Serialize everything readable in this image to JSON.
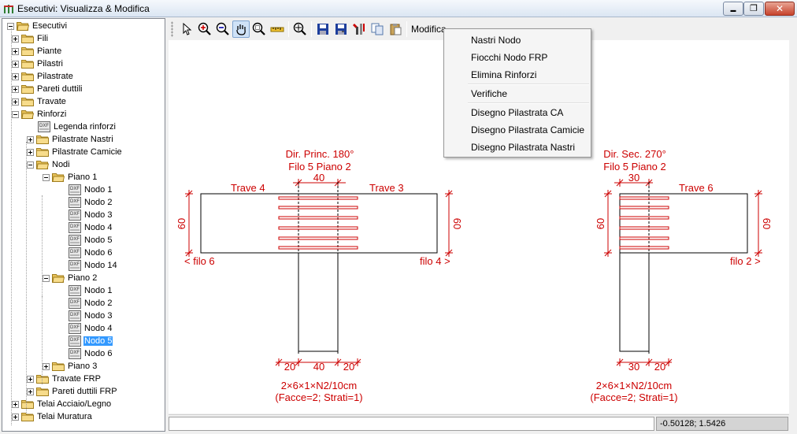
{
  "window": {
    "title": "Esecutivi: Visualizza & Modifica",
    "min_glyph": "▬",
    "max_glyph": "❐",
    "close_glyph": "✕"
  },
  "tree": {
    "root": "Esecutivi",
    "items": [
      {
        "label": "Fili"
      },
      {
        "label": "Piante"
      },
      {
        "label": "Pilastri"
      },
      {
        "label": "Pilastrate"
      },
      {
        "label": "Pareti duttili"
      },
      {
        "label": "Travate"
      },
      {
        "label": "Rinforzi"
      },
      {
        "label": "Legenda rinforzi"
      },
      {
        "label": "Pilastrate Nastri"
      },
      {
        "label": "Pilastrate Camicie"
      },
      {
        "label": "Nodi"
      },
      {
        "label": "Piano 1"
      },
      {
        "label": "Nodo 1"
      },
      {
        "label": "Nodo 2"
      },
      {
        "label": "Nodo 3"
      },
      {
        "label": "Nodo 4"
      },
      {
        "label": "Nodo 5"
      },
      {
        "label": "Nodo 6"
      },
      {
        "label": "Nodo 14"
      },
      {
        "label": "Piano 2"
      },
      {
        "label": "Nodo 1"
      },
      {
        "label": "Nodo 2"
      },
      {
        "label": "Nodo 3"
      },
      {
        "label": "Nodo 4"
      },
      {
        "label": "Nodo 5"
      },
      {
        "label": "Nodo 6"
      },
      {
        "label": "Piano 3"
      },
      {
        "label": "Travate FRP"
      },
      {
        "label": "Pareti duttili FRP"
      },
      {
        "label": "Telai Acciaio/Legno"
      },
      {
        "label": "Telai Muratura"
      }
    ],
    "dxf_label": "DXF"
  },
  "toolbar": {
    "menu_label": "Modifica",
    "icons": [
      "pointer-icon",
      "zoom-in-icon",
      "zoom-out-icon",
      "pan-icon",
      "zoom-window-icon",
      "measure-icon",
      "zoom-extents-icon",
      "save-icon",
      "save-as-icon",
      "tools-icon",
      "copy-icon",
      "paste-icon"
    ]
  },
  "dropdown": {
    "items": [
      "Nastri Nodo",
      "Fiocchi Nodo FRP",
      "Elimina Rinforzi",
      "Verifiche",
      "Disegno Pilastrata CA",
      "Disegno Pilastrata Camicie",
      "Disegno Pilastrata Nastri"
    ]
  },
  "drawing": {
    "accent_color": "#cc0000",
    "left": {
      "dir": "Dir. Princ. 180°",
      "filo": "Filo 5 Piano 2",
      "width_label": "40",
      "beam_left": "Trave 4",
      "beam_right": "Trave 3",
      "height_left": "60",
      "height_right": "60",
      "filo_left": "< filo 6",
      "filo_right": "filo 4 >",
      "bottom_dims": [
        "20",
        "40",
        "20"
      ],
      "spec": "2×6×1×N2/10cm",
      "spec2": "(Facce=2; Strati=1)"
    },
    "right": {
      "dir": "Dir. Sec. 270°",
      "filo": "Filo 5 Piano 2",
      "width_label": "30",
      "beam_right": "Trave 6",
      "height_left": "60",
      "height_right": "60",
      "filo_right": "filo 2 >",
      "bottom_dims": [
        "30",
        "20"
      ],
      "spec": "2×6×1×N2/10cm",
      "spec2": "(Facce=2; Strati=1)"
    }
  },
  "status": {
    "coords": "-0.50128; 1.5426"
  }
}
